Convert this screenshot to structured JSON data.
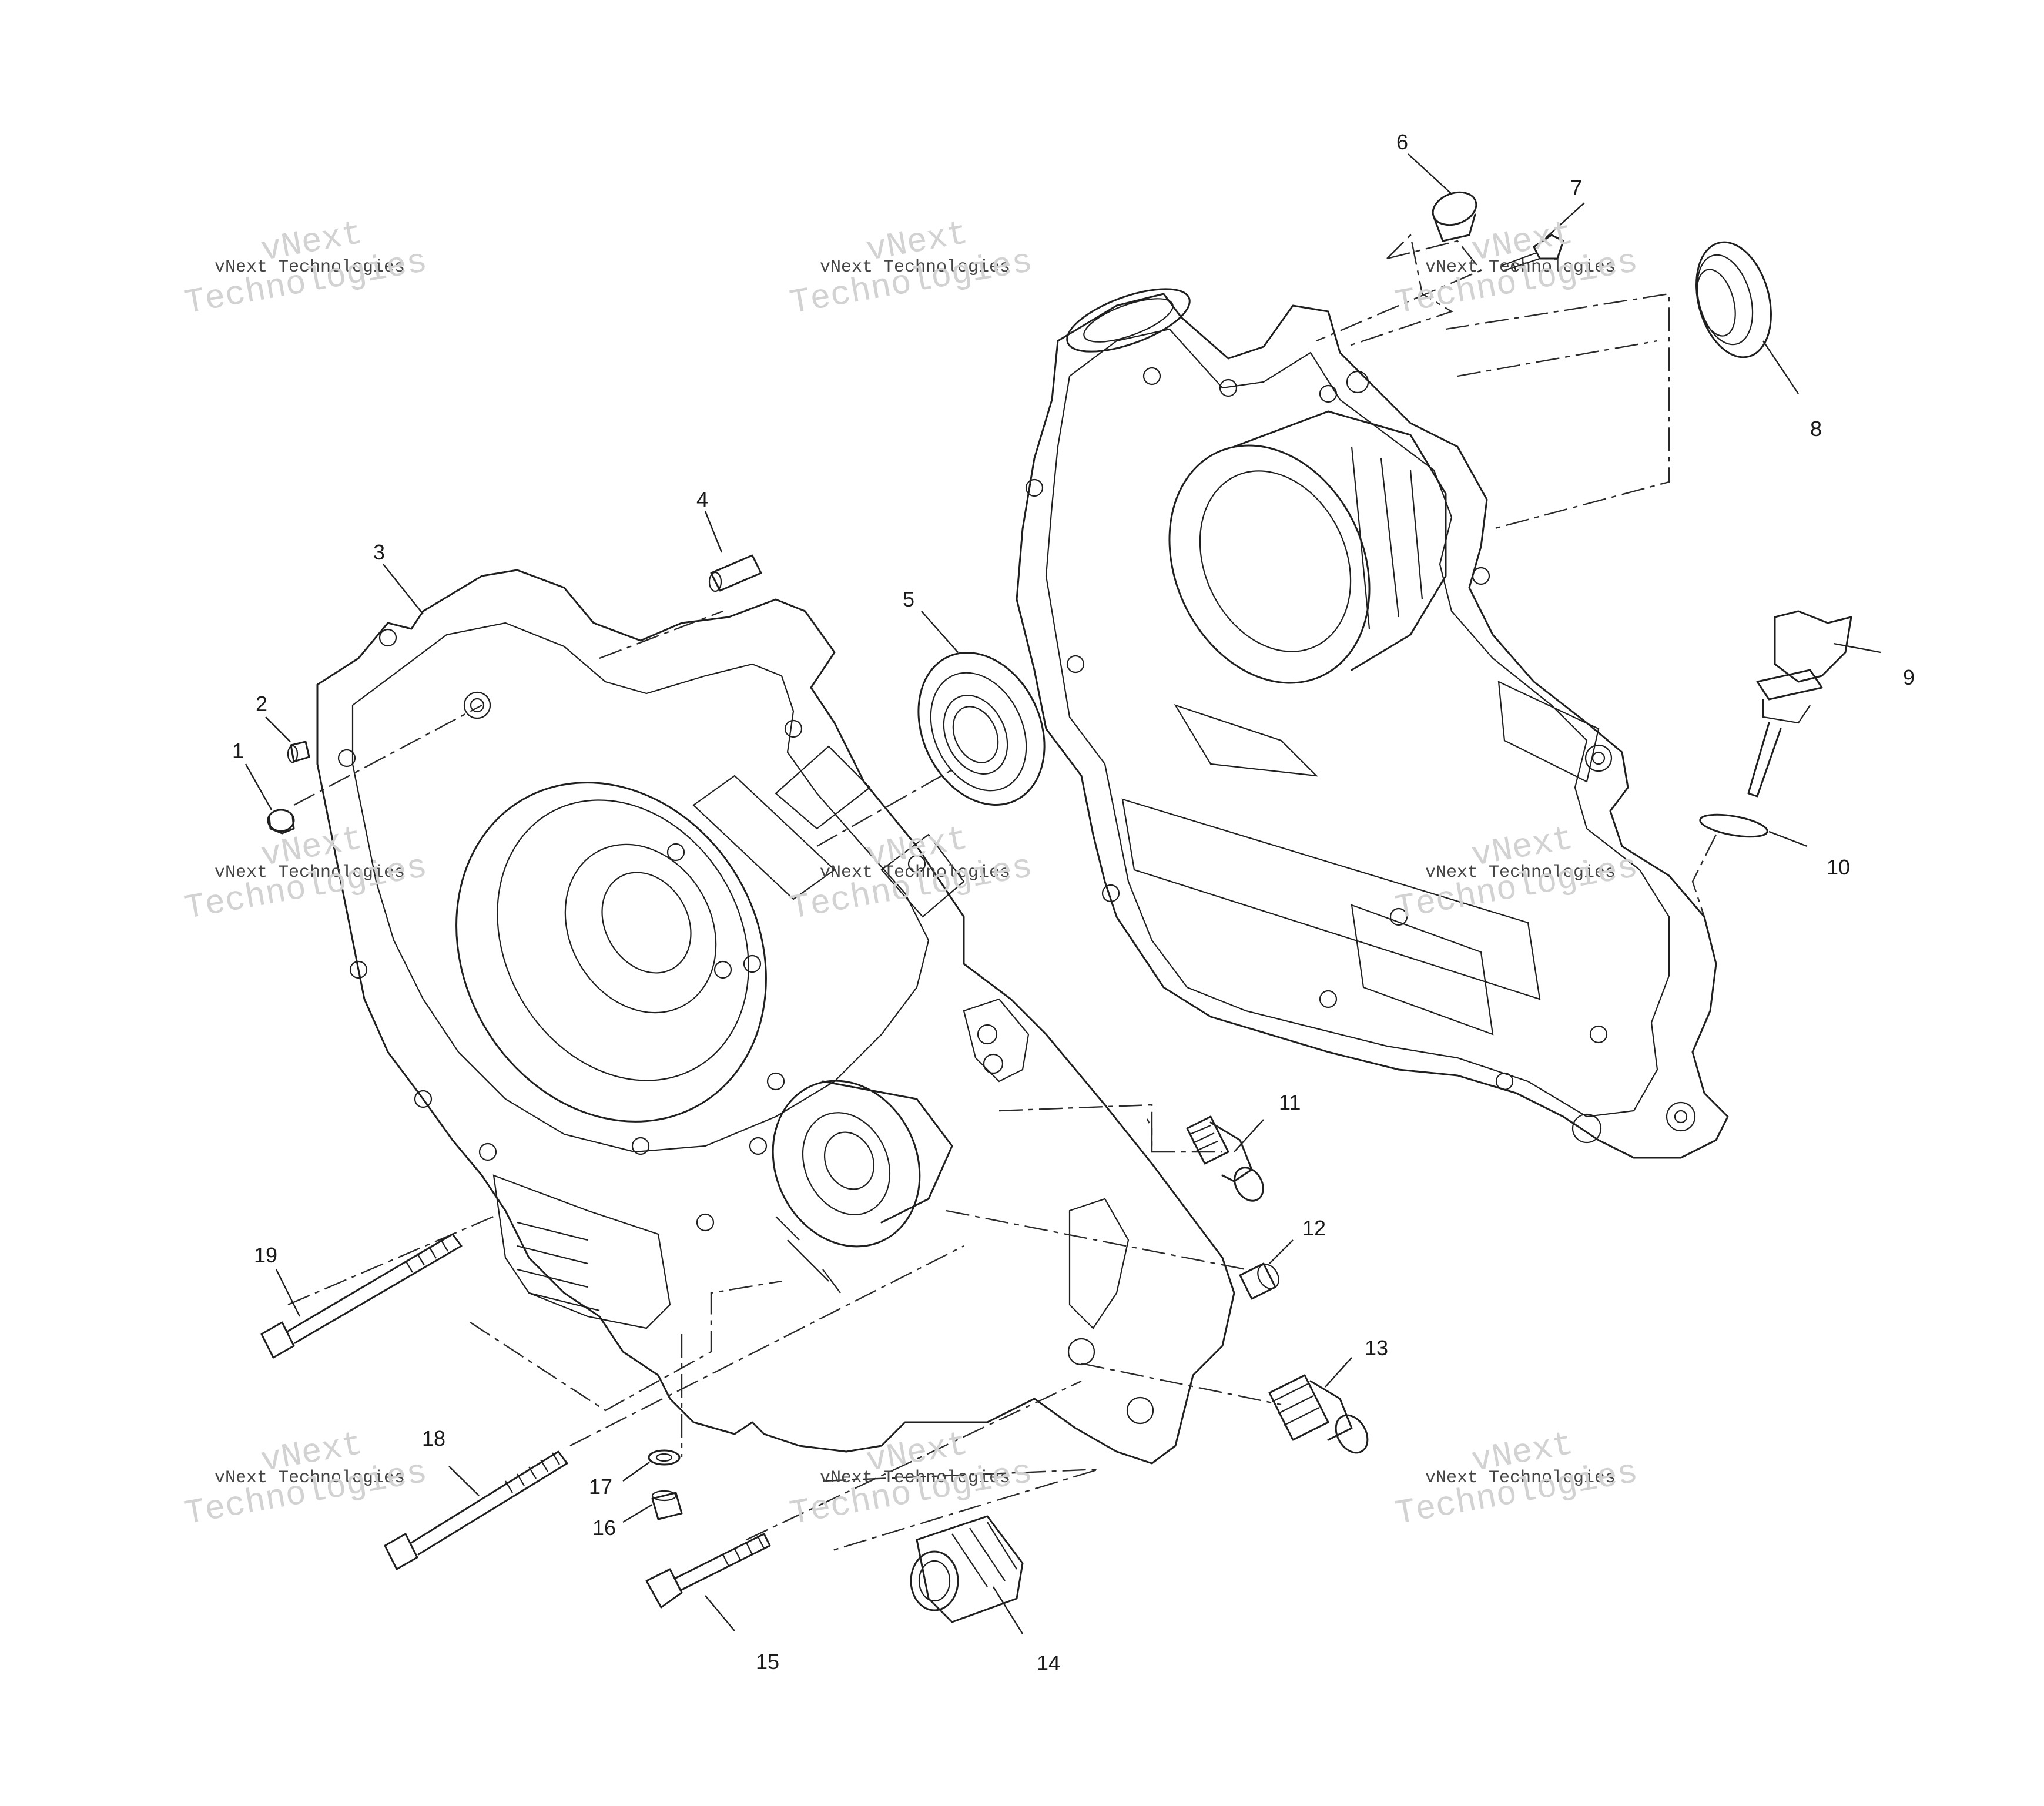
{
  "diagram": {
    "callouts": [
      {
        "id": "1",
        "label": "1"
      },
      {
        "id": "2",
        "label": "2"
      },
      {
        "id": "3",
        "label": "3"
      },
      {
        "id": "4",
        "label": "4"
      },
      {
        "id": "5",
        "label": "5"
      },
      {
        "id": "6",
        "label": "6"
      },
      {
        "id": "7",
        "label": "7"
      },
      {
        "id": "8",
        "label": "8"
      },
      {
        "id": "9",
        "label": "9"
      },
      {
        "id": "10",
        "label": "10"
      },
      {
        "id": "11",
        "label": "11"
      },
      {
        "id": "12",
        "label": "12"
      },
      {
        "id": "13",
        "label": "13"
      },
      {
        "id": "14",
        "label": "14"
      },
      {
        "id": "15",
        "label": "15"
      },
      {
        "id": "16",
        "label": "16"
      },
      {
        "id": "17",
        "label": "17"
      },
      {
        "id": "18",
        "label": "18"
      },
      {
        "id": "19",
        "label": "19"
      }
    ]
  },
  "watermark": {
    "line1": "vNext Technologies",
    "line2": "vNext",
    "line3": "Technologies"
  }
}
